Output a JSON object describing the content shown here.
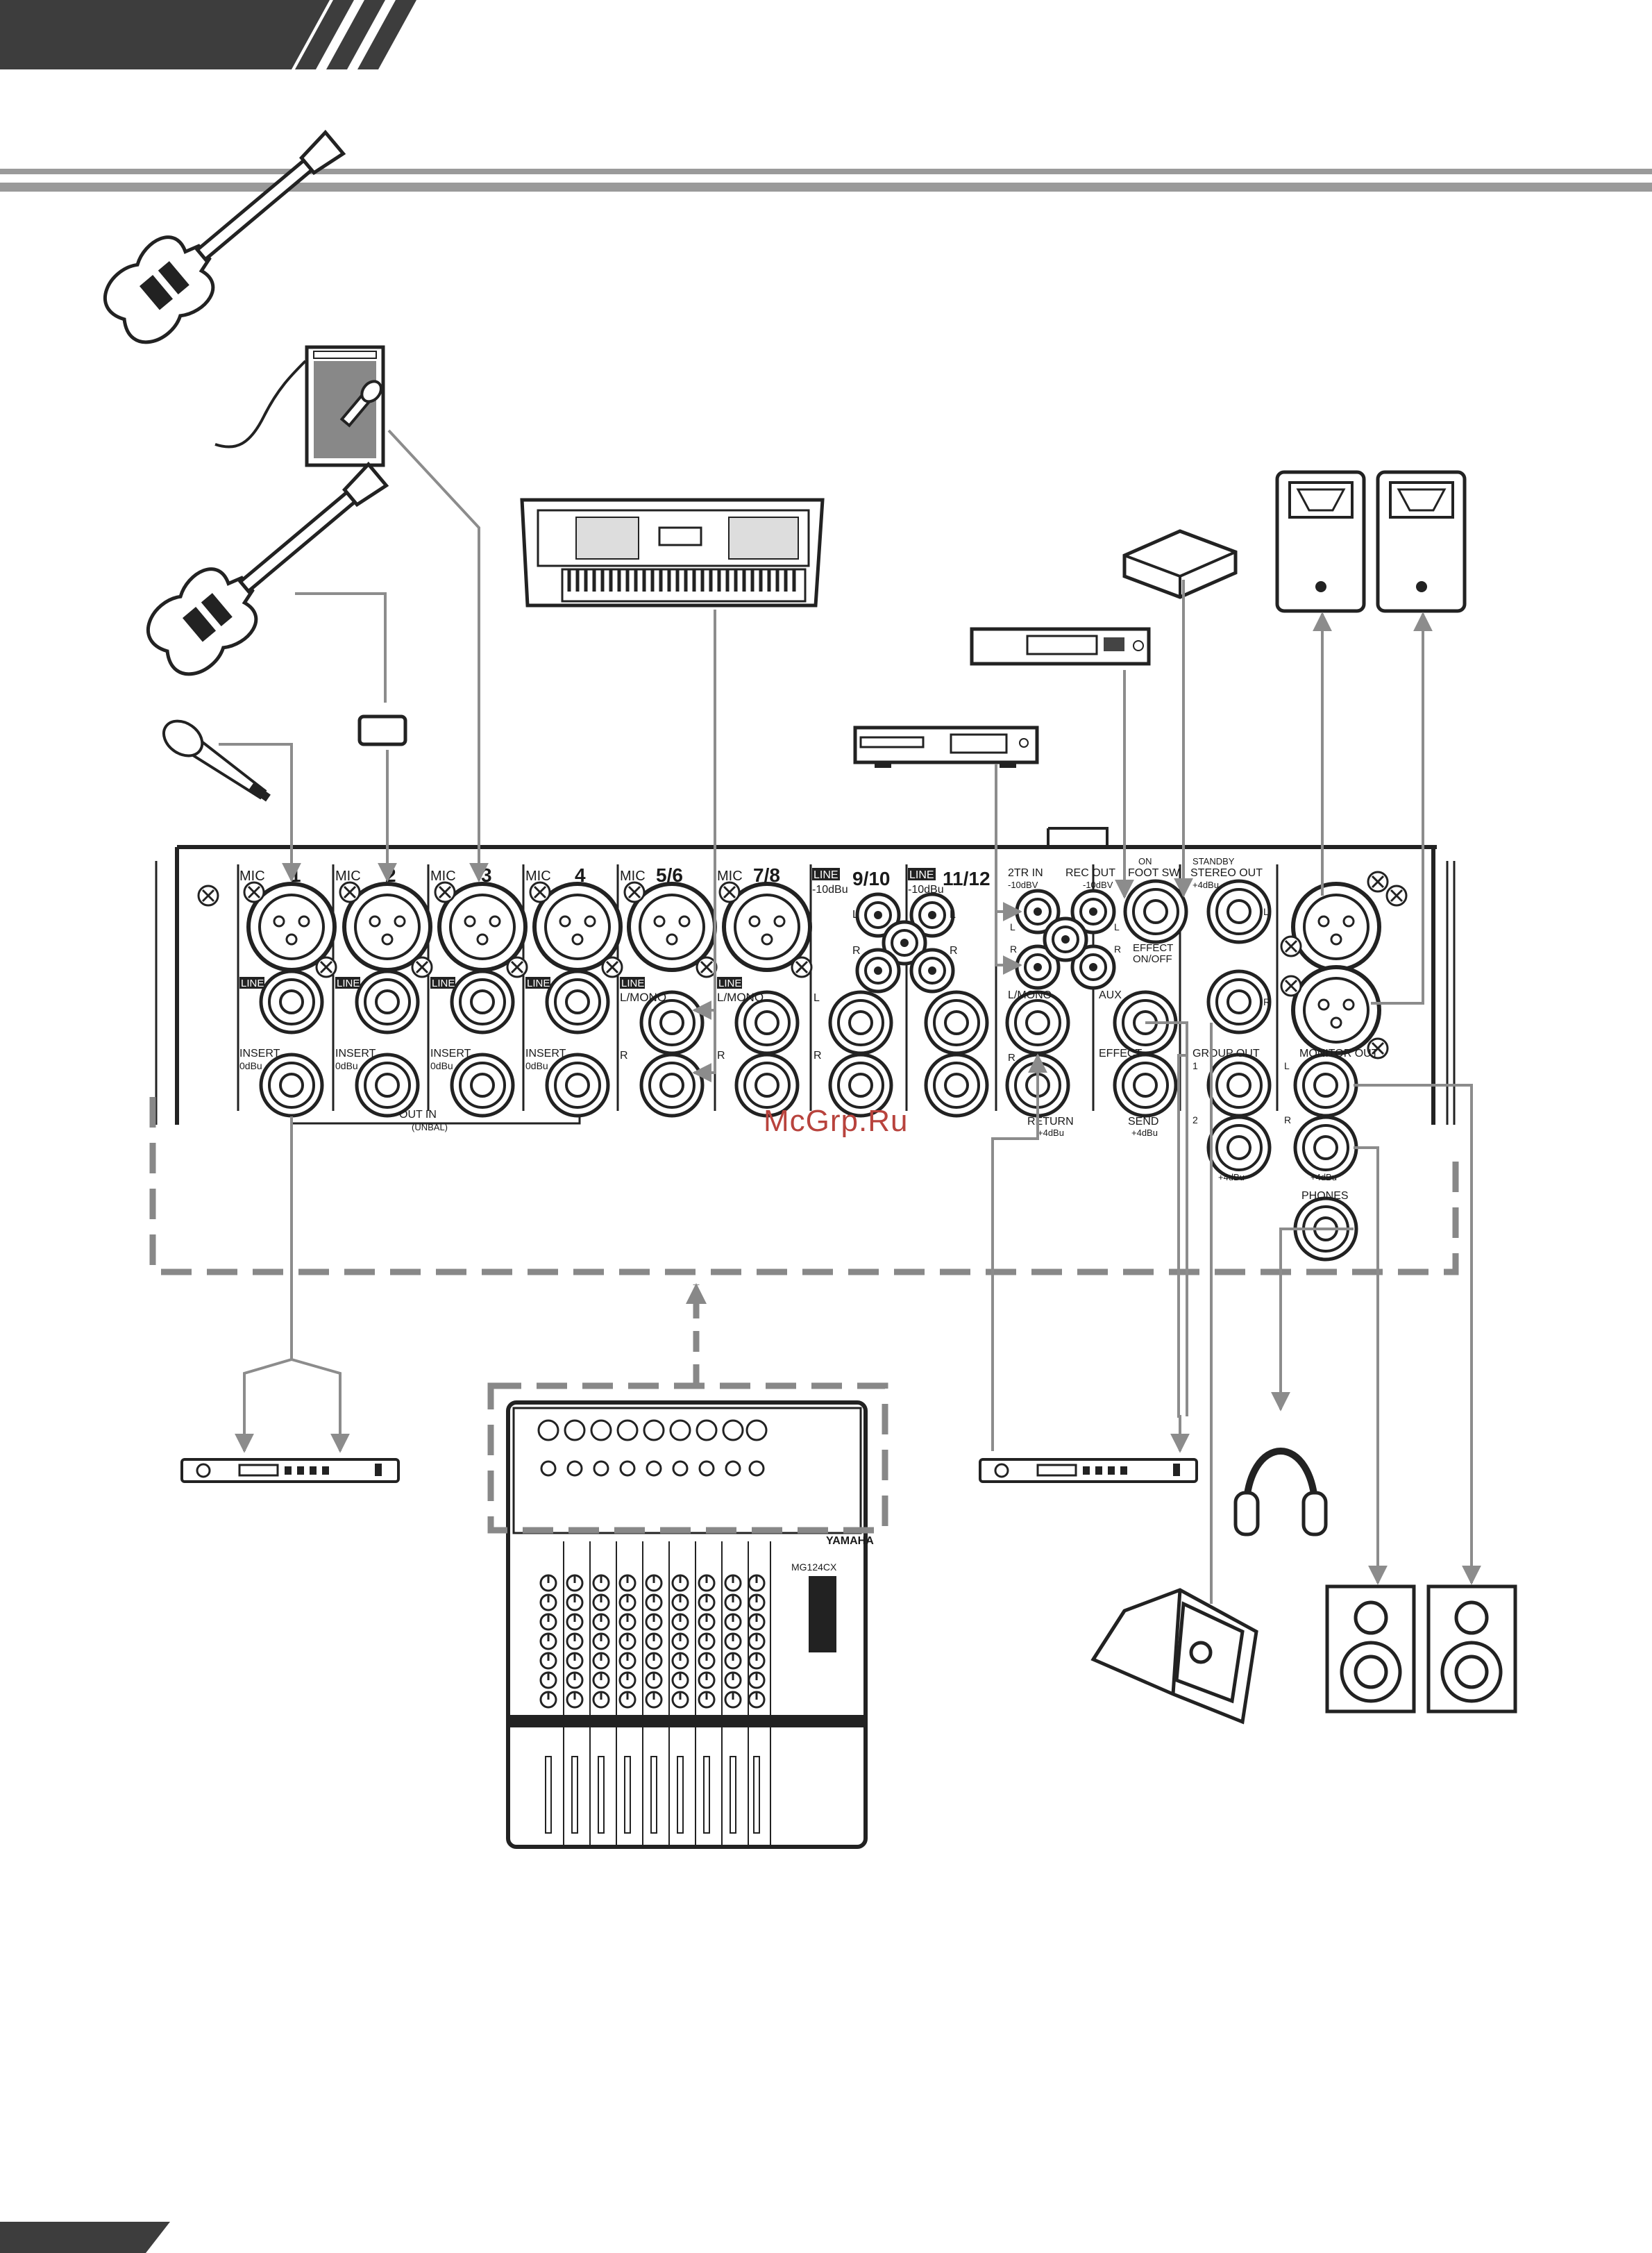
{
  "watermark": "McGrp.Ru",
  "panel": {
    "ch1_mic": "MIC",
    "ch1_num": "1",
    "ch1_line": "LINE",
    "ch1_insert": "INSERT",
    "ch1_insert_level": "0dBu",
    "ch2_mic": "MIC",
    "ch2_num": "2",
    "ch2_line": "LINE",
    "ch2_insert": "INSERT",
    "ch2_insert_level": "0dBu",
    "ch3_mic": "MIC",
    "ch3_num": "3",
    "ch3_line": "LINE",
    "ch3_insert": "INSERT",
    "ch3_insert_level": "0dBu",
    "ch4_mic": "MIC",
    "ch4_num": "4",
    "ch4_line": "LINE",
    "ch4_insert": "INSERT",
    "ch4_insert_level": "0dBu",
    "ch56_mic": "MIC",
    "ch56_num": "5/6",
    "ch56_line": "LINE",
    "ch56_lmono": "L/MONO",
    "ch56_r": "R",
    "ch78_mic": "MIC",
    "ch78_num": "7/8",
    "ch78_line": "LINE",
    "ch78_lmono": "L/MONO",
    "ch78_r": "R",
    "ch910_line": "LINE",
    "ch910_level": "-10dBu",
    "ch910_num": "9/10",
    "ch910_l": "L",
    "ch910_r": "R",
    "ch910_jl": "L",
    "ch910_jr": "R",
    "ch1112_line": "LINE",
    "ch1112_level": "-10dBu",
    "ch1112_num": "11/12",
    "ch1112_l": "L",
    "ch1112_r": "R",
    "insert_out_in": "OUT IN",
    "insert_unbal": "(UNBAL)",
    "twotr_in": "2TR IN",
    "twotr_level": "-10dBV",
    "twotr_l": "L",
    "twotr_r": "R",
    "rec_out": "REC OUT",
    "rec_level": "-10dBV",
    "rec_l": "L",
    "rec_r": "R",
    "foot_on": "ON",
    "foot_sw": "FOOT SW",
    "effect_onoff_1": "EFFECT",
    "effect_onoff_2": "ON/OFF",
    "return_lmono": "L/MONO",
    "return_r": "R",
    "return": "RETURN",
    "return_level": "+4dBu",
    "aux": "AUX",
    "effect": "EFFECT",
    "send": "SEND",
    "send_level": "+4dBu",
    "standby": "STANDBY",
    "stereo_out": "STEREO OUT",
    "stereo_level": "+4dBu",
    "stereo_l": "L",
    "stereo_r": "R",
    "group_out": "GROUP OUT",
    "group_1": "1",
    "group_2": "2",
    "group_level": "+4dBu",
    "monitor_out": "MONITOR OUT",
    "monitor_l": "L",
    "monitor_r": "R",
    "monitor_level": "+4dBu",
    "phones": "PHONES"
  },
  "mixer": {
    "brand": "YAMAHA",
    "model": "MG124CX"
  },
  "colors": {
    "bar_dark": "#3d3d3d",
    "rule_grey": "#9a9a9a",
    "cable_grey": "#8c8c8c",
    "dashed_grey": "#888888",
    "watermark": "#b8433d"
  },
  "icons": [
    "electric-guitar-icon",
    "guitar-amp-icon",
    "microphone-icon",
    "direct-box-icon",
    "synthesizer-icon",
    "cd-player-icon",
    "md-recorder-icon",
    "foot-switch-icon",
    "pa-speaker-icon",
    "effects-rack-icon",
    "headphones-icon",
    "floor-monitor-icon",
    "studio-monitor-icon",
    "mixer-console-icon"
  ]
}
